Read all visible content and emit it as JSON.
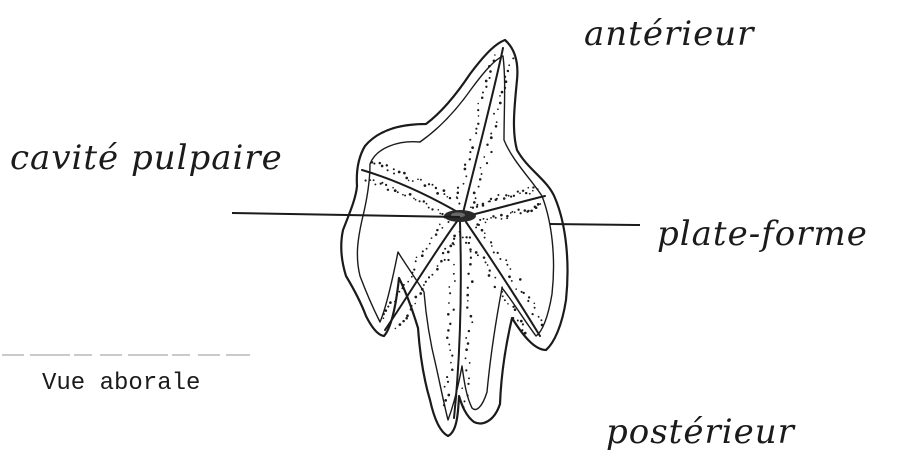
{
  "labels": {
    "anterieur": "antérieur",
    "cavite_pulpaire": "cavité pulpaire",
    "plate_forme": "plate-forme",
    "vue_aborale": "Vue aborale",
    "posterieur": "postérieur"
  },
  "colors": {
    "ink": "#1b1b1b",
    "paper": "#ffffff",
    "scan_mark": "#b8b8b8"
  }
}
